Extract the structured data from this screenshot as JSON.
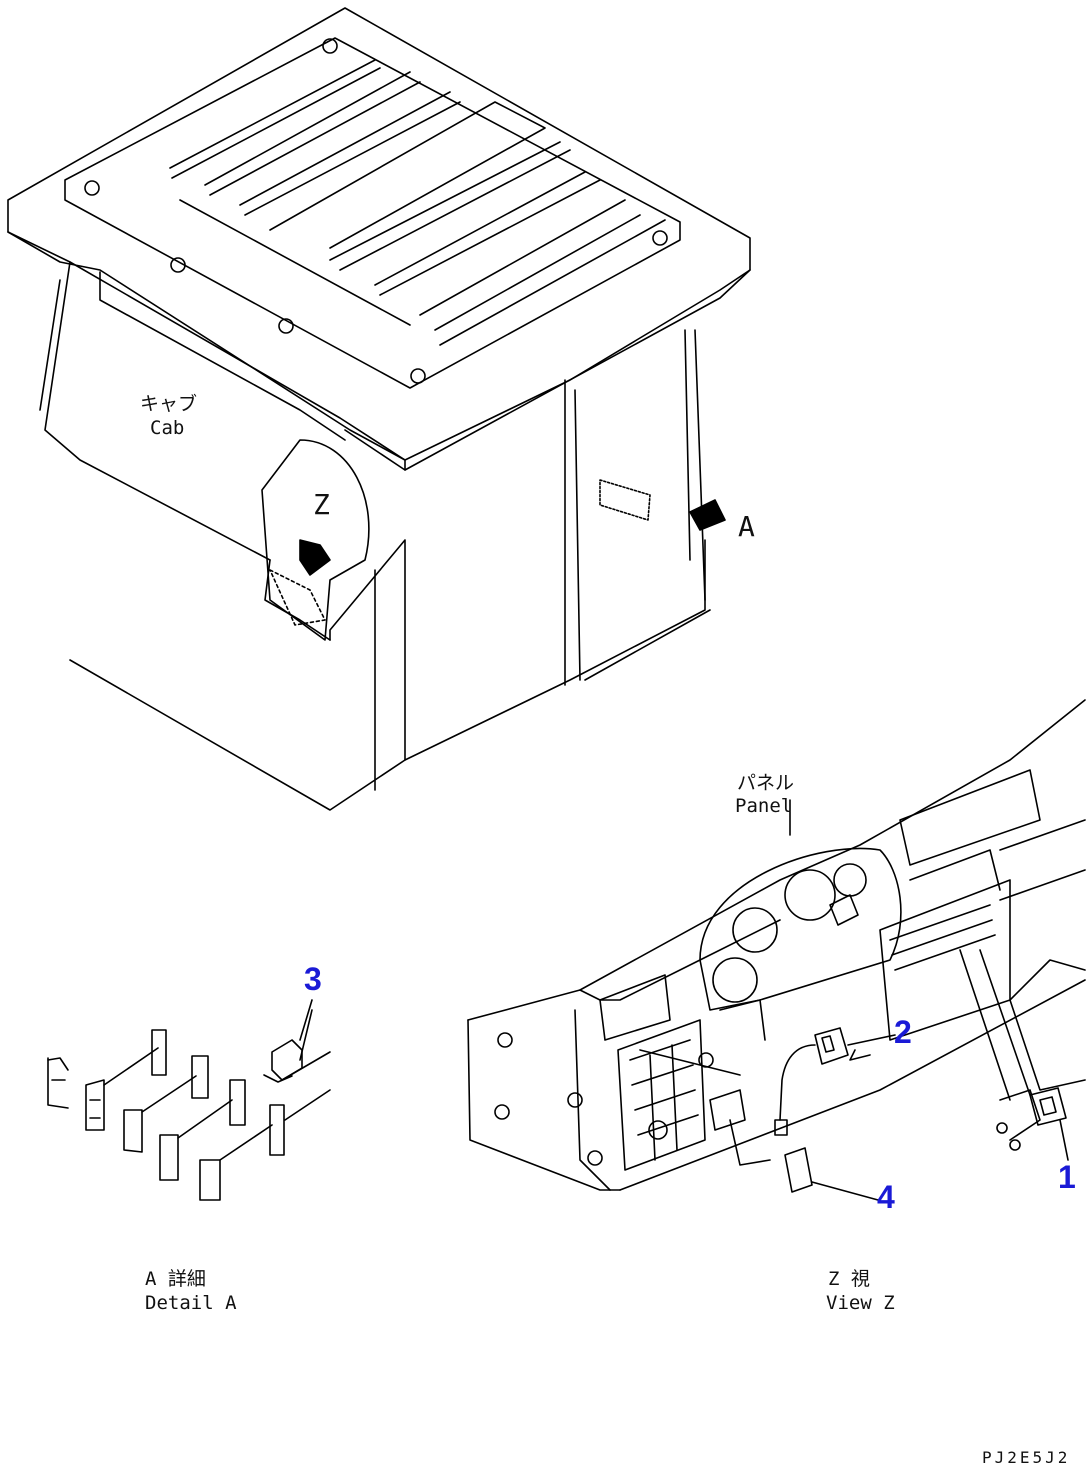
{
  "labels": {
    "cab_jp": "キャブ",
    "cab_en": "Cab",
    "view_z_marker": "Z",
    "view_a_marker": "A",
    "panel_jp": "パネル",
    "panel_en": "Panel",
    "detail_a_jp": "A 詳細",
    "detail_a_en": "Detail A",
    "view_z_jp": "Z 視",
    "view_z_en": "View Z"
  },
  "callouts": {
    "item1": "1",
    "item2": "2",
    "item3": "3",
    "item4": "4"
  },
  "drawing_code": "PJ2E5J2",
  "colors": {
    "line": "#000000",
    "callout": "#1a1ad6",
    "background": "#ffffff"
  }
}
